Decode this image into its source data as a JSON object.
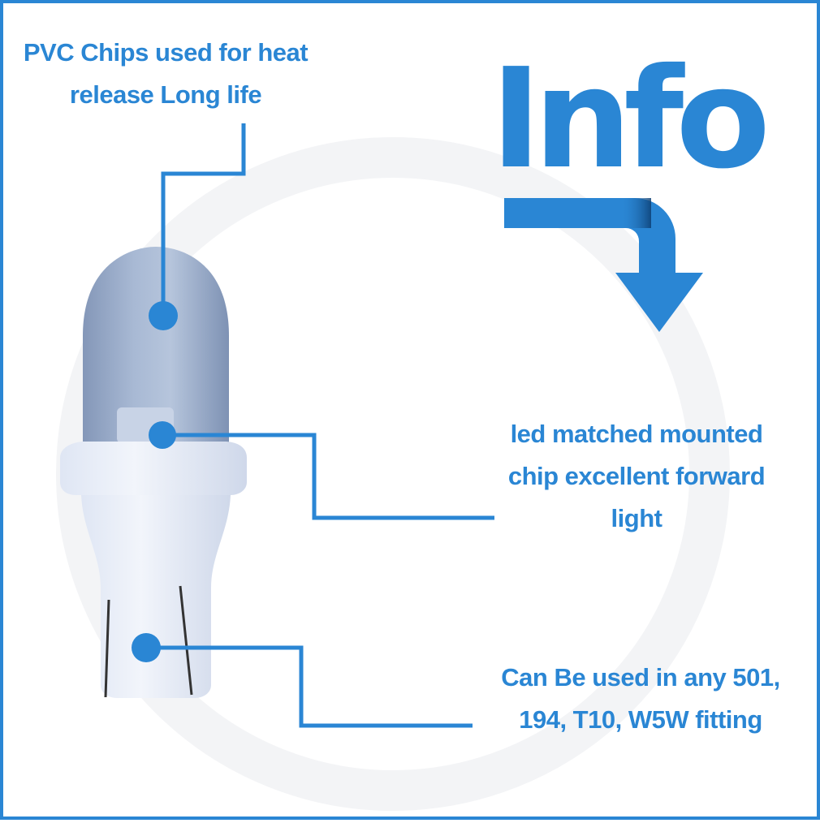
{
  "heading": {
    "text": "Info",
    "arrow_icon": "bent-down-arrow-icon"
  },
  "callouts": [
    {
      "text": "PVC Chips used for heat release Long life"
    },
    {
      "text": "led matched mounted chip excellent forward light"
    },
    {
      "text": "Can Be used in any 501, 194, T10, W5W fitting"
    }
  ],
  "product": {
    "image": "t10-wedge-led-bulb"
  },
  "colors": {
    "accent": "#2a86d4",
    "background": "#ffffff",
    "bulb_glass": "#93a7c6",
    "bulb_base": "#e6ecf8"
  }
}
